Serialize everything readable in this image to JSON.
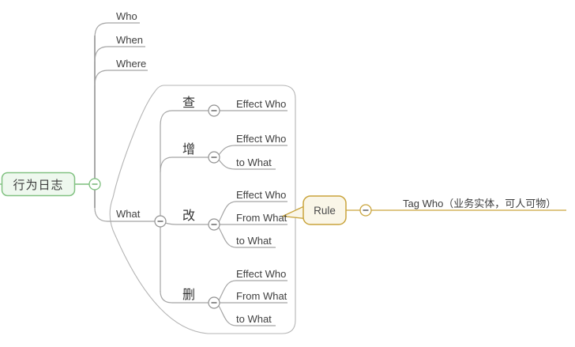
{
  "root": {
    "label": "行为日志"
  },
  "branches": [
    {
      "label": "Who"
    },
    {
      "label": "When"
    },
    {
      "label": "Where"
    },
    {
      "label": "What"
    }
  ],
  "what_children": [
    {
      "label": "查",
      "children": [
        "Effect Who"
      ]
    },
    {
      "label": "增",
      "children": [
        "Effect Who",
        "to What"
      ]
    },
    {
      "label": "改",
      "children": [
        "Effect Who",
        "From What",
        "to What"
      ]
    },
    {
      "label": "删",
      "children": [
        "Effect Who",
        "From What",
        "to What"
      ]
    }
  ],
  "callout": {
    "label": "Rule",
    "children": [
      "Tag Who（业务实体，可人可物）"
    ]
  },
  "colors": {
    "accent_green": "#7cbe7c",
    "green_fill": "#eef8ee",
    "accent_gold": "#c9a43c",
    "gold_fill": "#faf6e8",
    "line_gray": "#a5a5a5",
    "boundary_gray": "#b5b5b5",
    "text_dark": "#3f3f3f"
  }
}
